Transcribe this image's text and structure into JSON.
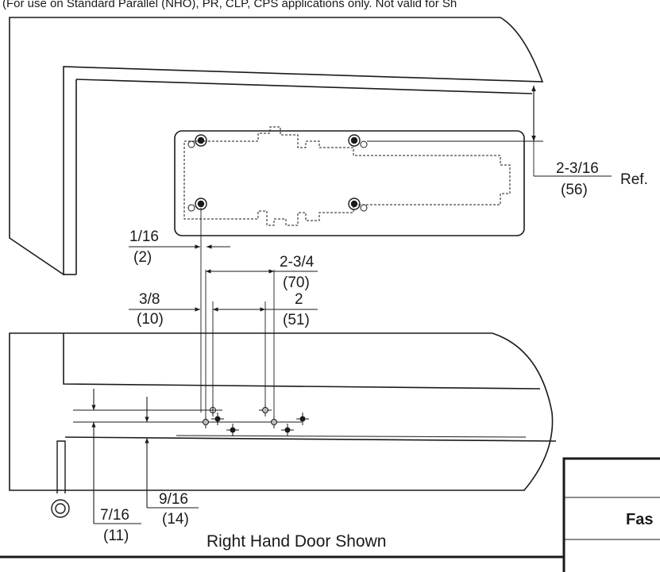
{
  "header_note": "(For use on Standard Parallel (NHO), PR, CLP, CPS applications only.  Not valid for Sh",
  "dimensions": {
    "ref_top": {
      "fraction": "2-3/16",
      "metric": "(56)",
      "suffix": "Ref."
    },
    "d_1_16": {
      "fraction": "1/16",
      "metric": "(2)"
    },
    "d_2_3_4": {
      "fraction": "2-3/4",
      "metric": "(70)"
    },
    "d_3_8": {
      "fraction": "3/8",
      "metric": "(10)"
    },
    "d_2": {
      "fraction": "2",
      "metric": "(51)"
    },
    "d_9_16": {
      "fraction": "9/16",
      "metric": "(14)"
    },
    "d_7_16": {
      "fraction": "7/16",
      "metric": "(11)"
    }
  },
  "caption": "Right Hand Door Shown",
  "table": {
    "row_label": "Fas"
  },
  "colors": {
    "line": "#1a1a1a",
    "background": "#ffffff"
  }
}
